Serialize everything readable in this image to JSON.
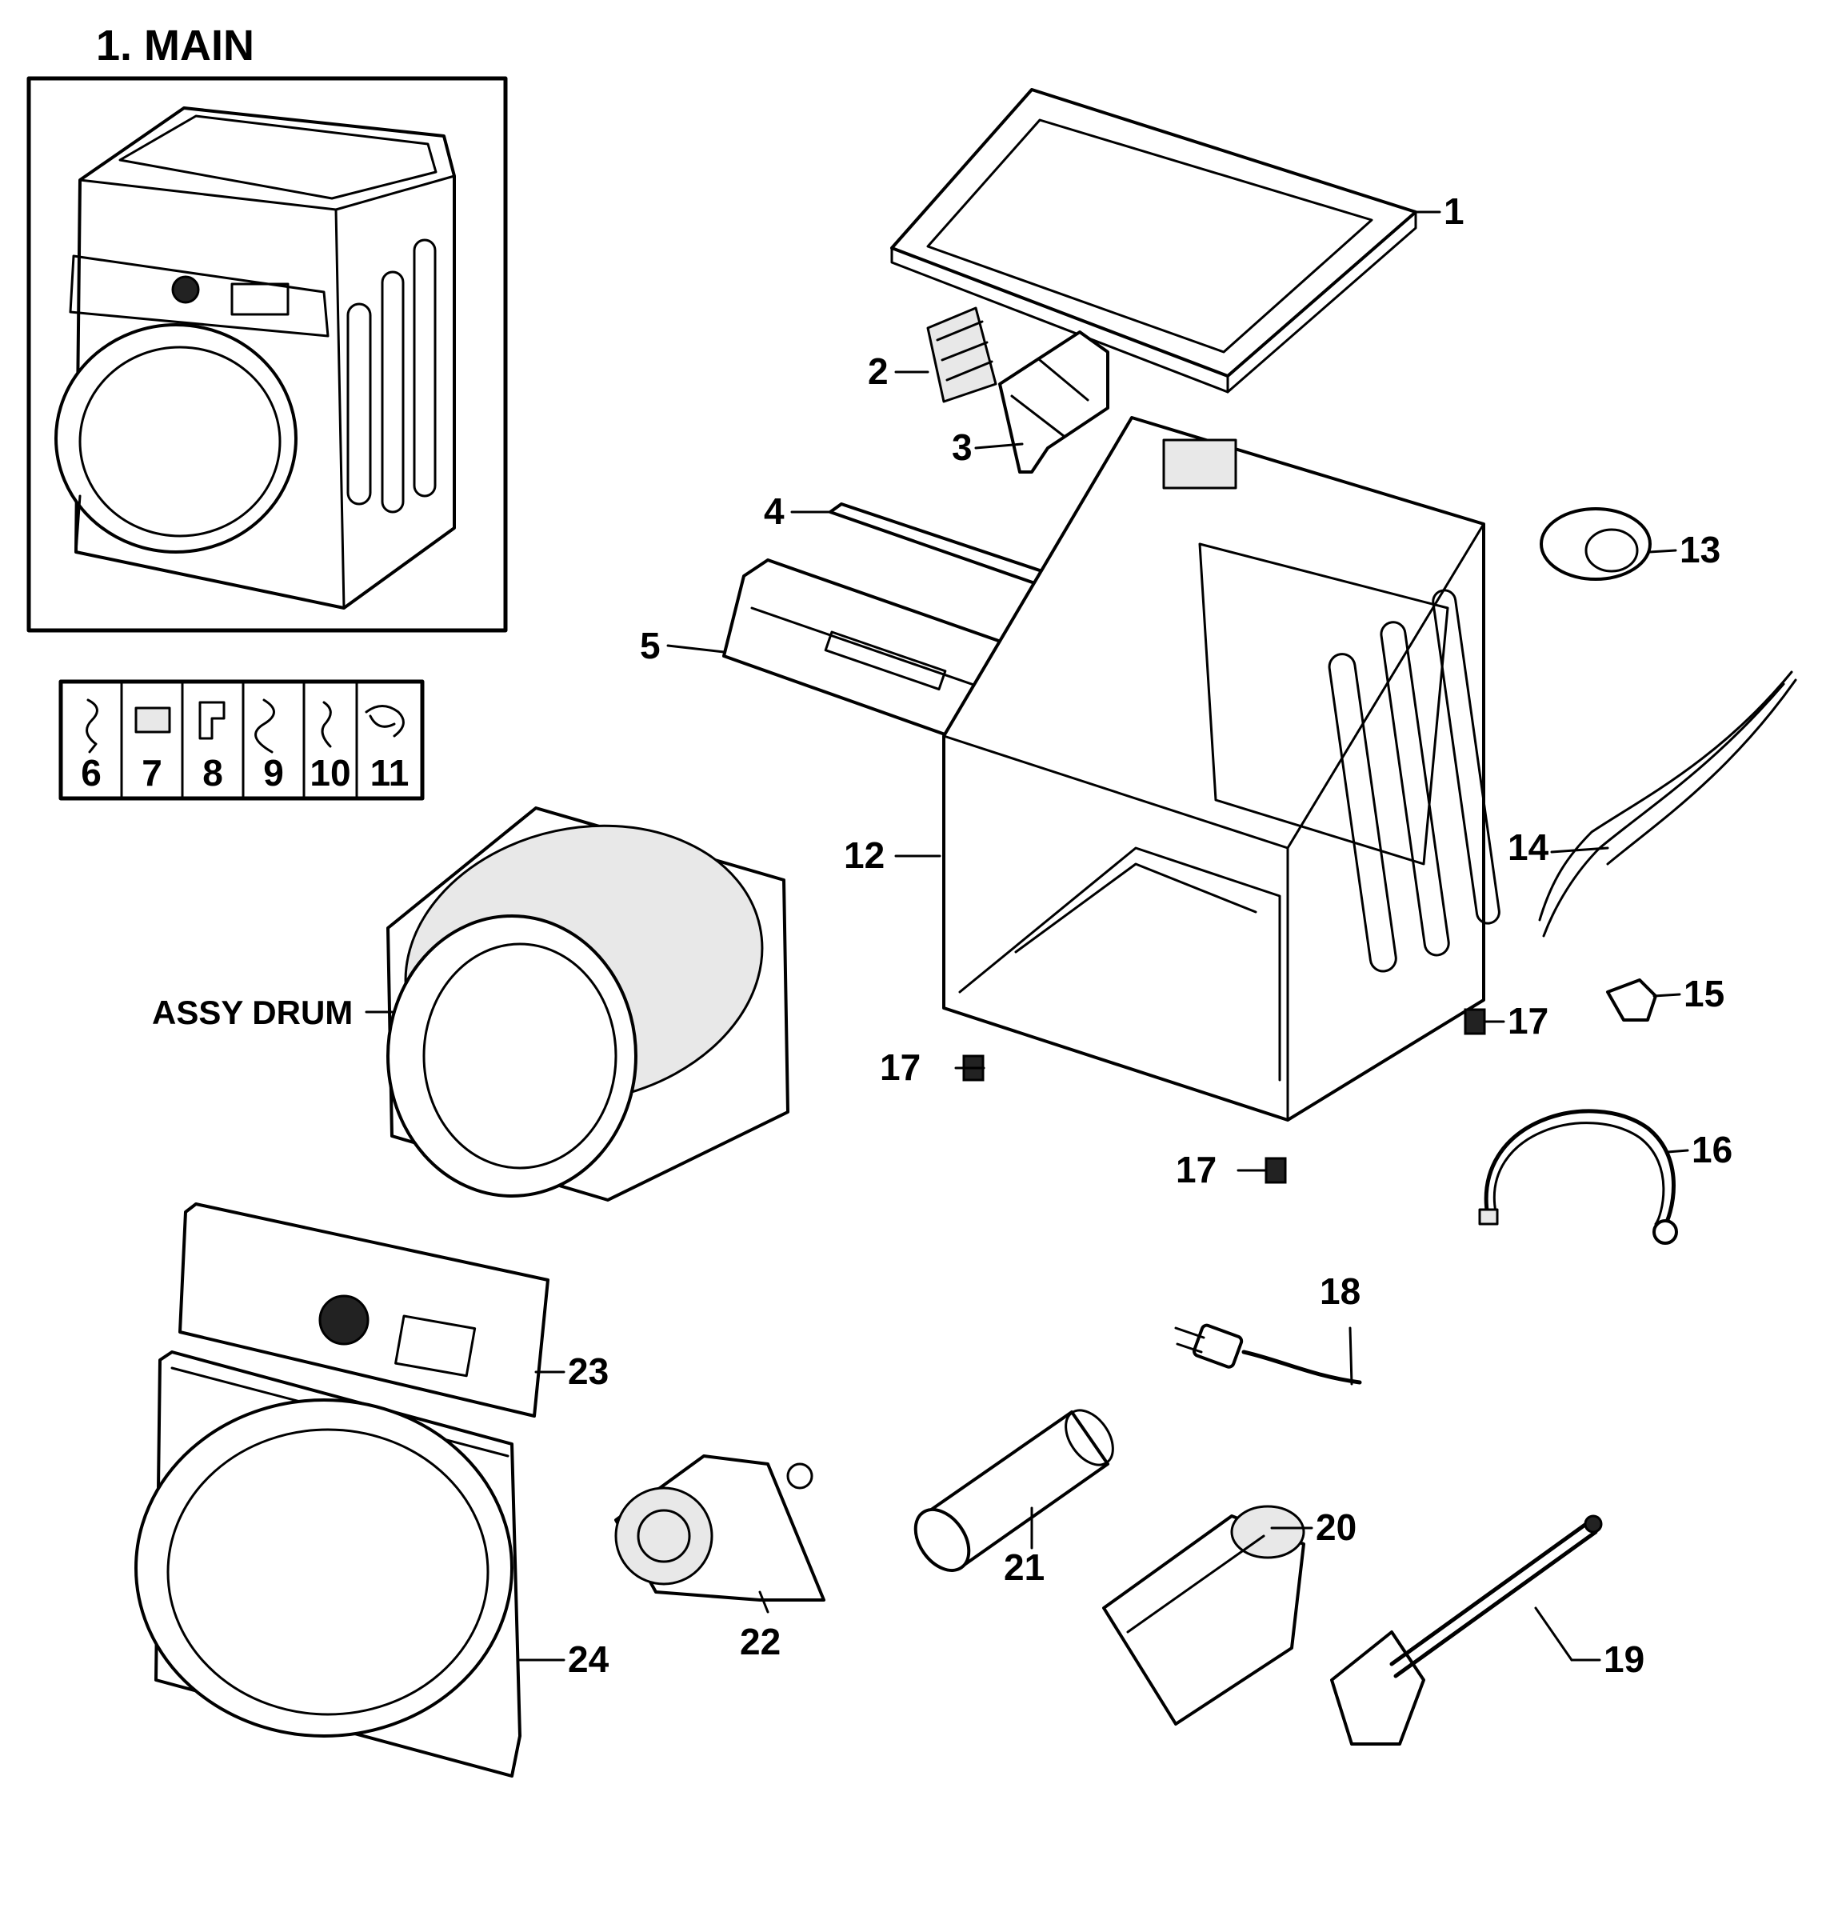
{
  "title": "1. MAIN",
  "kit_labels": [
    "6",
    "7",
    "8",
    "9",
    "10",
    "11"
  ],
  "labels": {
    "p1": "1",
    "p2": "2",
    "p3": "3",
    "p4": "4",
    "p5": "5",
    "p12": "12",
    "p13": "13",
    "p14": "14",
    "p15": "15",
    "p16": "16",
    "p17a": "17",
    "p17b": "17",
    "p17c": "17",
    "p18": "18",
    "p19": "19",
    "p20": "20",
    "p21": "21",
    "p22": "22",
    "p23": "23",
    "p24": "24",
    "drum": "ASSY DRUM"
  }
}
